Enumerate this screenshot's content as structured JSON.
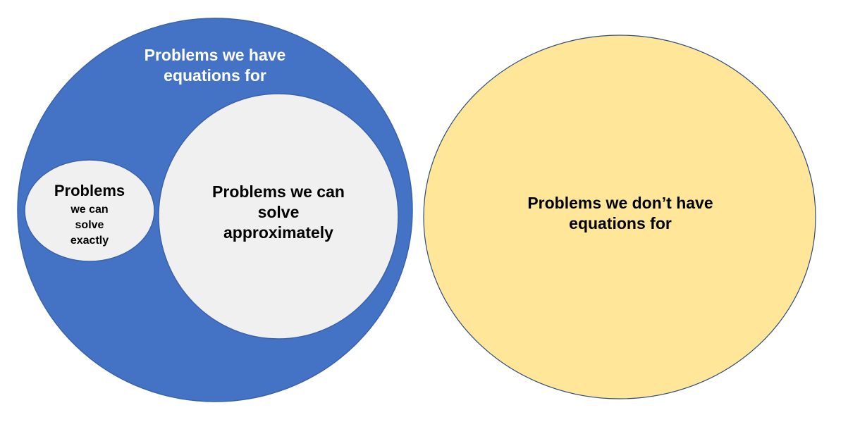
{
  "diagram": {
    "outer": {
      "lines": [
        "Problems we have",
        "equations for"
      ],
      "color": "#4472c4",
      "text_color": "#ffffff"
    },
    "exact": {
      "title": "Problems",
      "lines": [
        "we can",
        "solve",
        "exactly"
      ],
      "color": "#f0f0f0",
      "text_color": "#000000"
    },
    "approx": {
      "lines": [
        "Problems we can",
        "solve",
        "approximately"
      ],
      "color": "#f0f0f0",
      "text_color": "#000000"
    },
    "no_equations": {
      "lines": [
        "Problems we don’t have",
        "equations for"
      ],
      "color": "#ffe699",
      "text_color": "#000000"
    }
  }
}
